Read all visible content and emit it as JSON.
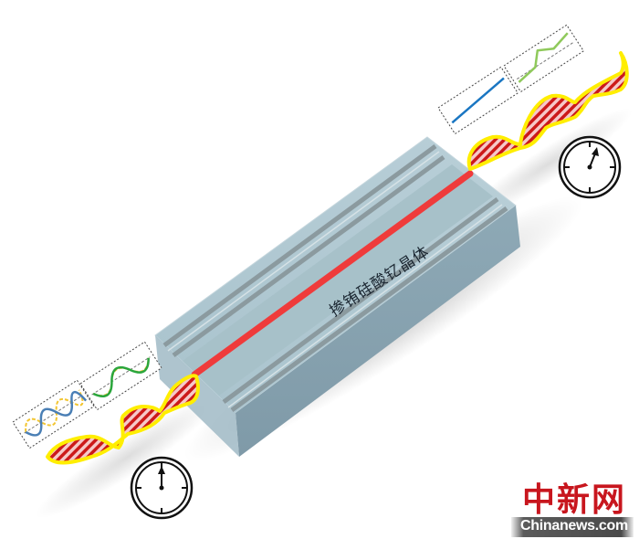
{
  "diagram": {
    "crystal": {
      "label": "掺铕硅酸钇晶体",
      "body_color": "#9fb9c6",
      "waveguide_color": "#ef3b3b"
    },
    "input_side": {
      "inset_1": {
        "description": "two sinusoids out of phase",
        "series": [
          {
            "color": "#4a7fb5",
            "style": "solid"
          },
          {
            "color": "#f2c531",
            "style": "dashed"
          }
        ]
      },
      "inset_2": {
        "description": "sinusoid",
        "series": [
          {
            "color": "#2aa63c",
            "style": "solid"
          },
          {
            "color": "#f2c531",
            "style": "dashed"
          }
        ]
      },
      "clock": {
        "hand": "12 o'clock"
      }
    },
    "output_side": {
      "inset_1": {
        "description": "straight line",
        "series": [
          {
            "color": "#1a76c2",
            "style": "solid"
          }
        ]
      },
      "inset_2": {
        "description": "step-like curve",
        "series": [
          {
            "color": "#8fc95b",
            "style": "solid"
          }
        ]
      },
      "clock": {
        "hand": "1 o'clock"
      }
    },
    "pulse": {
      "outline_color": "#ffee00",
      "stripe_color": "#cc1a1a"
    }
  },
  "watermark": {
    "chinese": "中新网",
    "english": "Chinanews.com",
    "color": "#c8161e"
  }
}
